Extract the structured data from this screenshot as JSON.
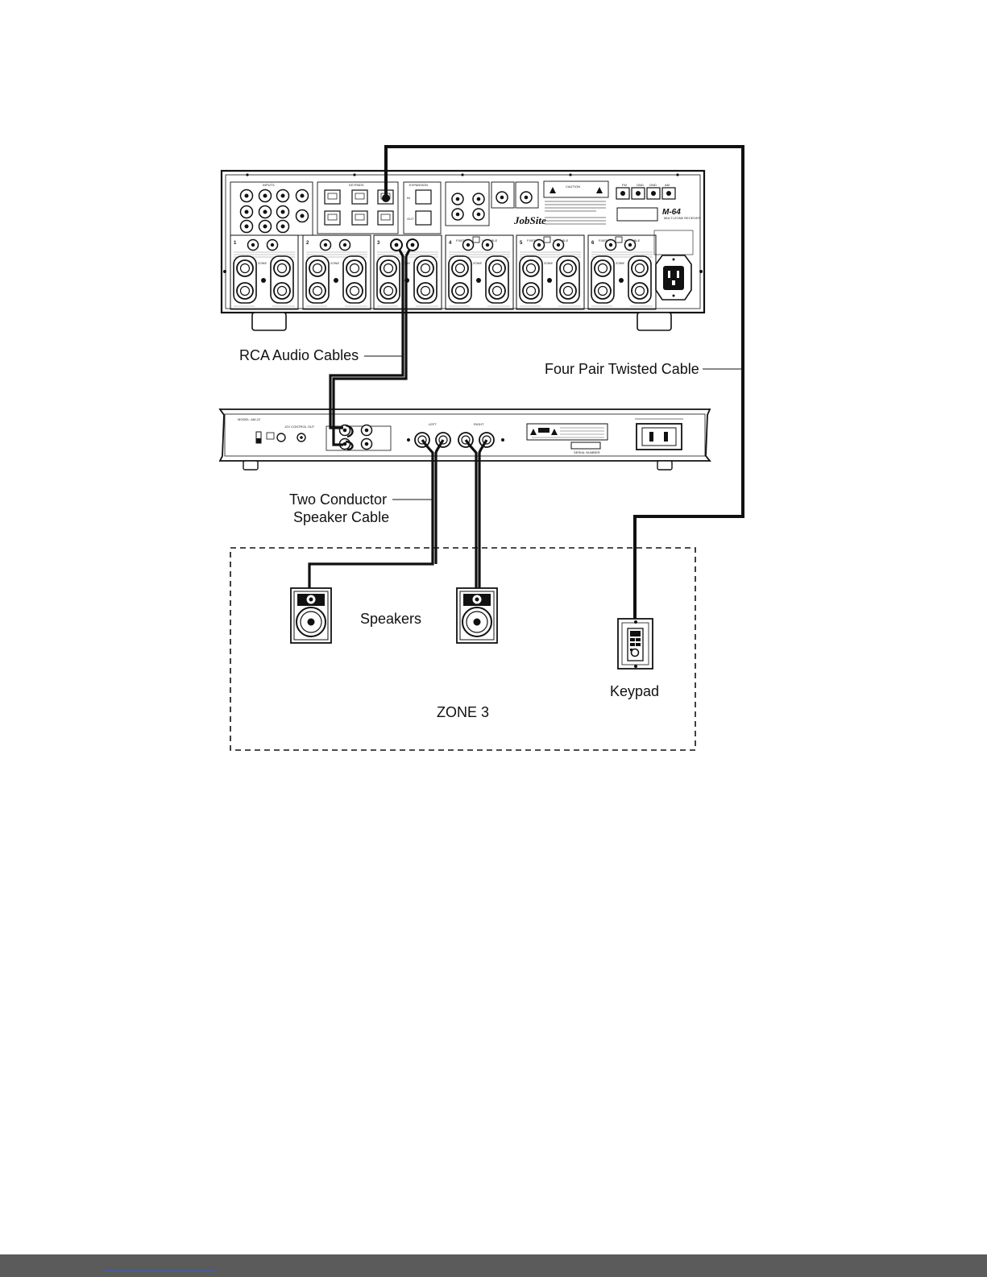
{
  "labels": {
    "rca": "RCA Audio Cables",
    "four_pair": "Four Pair Twisted Cable",
    "two_conductor_1": "Two Conductor",
    "two_conductor_2": "Speaker Cable",
    "speakers": "Speakers",
    "keypad": "Keypad",
    "zone": "ZONE 3"
  },
  "receiver": {
    "brand": "JobSite",
    "model": "M-64",
    "subtitle": "MULTI-ZONE RECEIVER",
    "zones": [
      "1",
      "2",
      "3",
      "4",
      "5",
      "6"
    ],
    "zone_word": "ZONE",
    "fixed": "FIXED",
    "variable": "VARIABLE",
    "inputs": "INPUTS",
    "keypads": "KEYPADS",
    "expansion": "EXPANSION",
    "in": "IN",
    "out": "OUT",
    "caution": "CAUTION",
    "fm": "FM",
    "gnd": "GND",
    "am": "AM"
  },
  "amp": {
    "model": "MODEL: AM-22",
    "control": "12V CONTROL OUT",
    "left": "LEFT",
    "right": "RIGHT",
    "serial": "SERIAL NUMBER"
  },
  "colors": {
    "line": "#111111",
    "footer": "#5b5b5b",
    "link": "#3a5bd8"
  }
}
